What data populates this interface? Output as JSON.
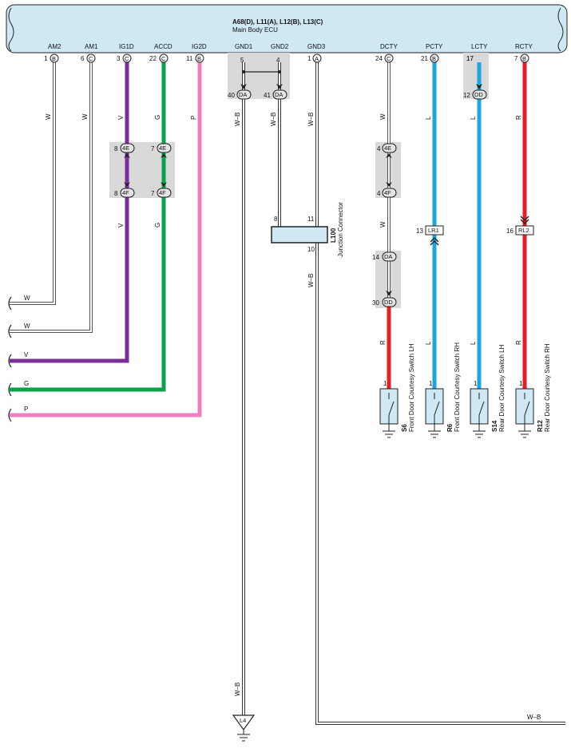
{
  "ecu": {
    "title": "A68(D), L11(A), L12(B), L13(C)",
    "subtitle": "Main Body ECU",
    "fill": "#cfe8f3"
  },
  "colors": {
    "V": "#7a2e9a",
    "G": "#0aa14b",
    "P": "#f07fbf",
    "L": "#19a7e0",
    "R": "#e31e24",
    "W": "#ffffff",
    "WB": "#ffffff",
    "connector_shade": "#d9d9d9",
    "junction_fill": "#cfe8f3"
  },
  "terminals": [
    {
      "name": "AM2",
      "pin": "1",
      "conn": "B"
    },
    {
      "name": "AM1",
      "pin": "6",
      "conn": "C"
    },
    {
      "name": "IG1D",
      "pin": "3",
      "conn": "C"
    },
    {
      "name": "ACCD",
      "pin": "22",
      "conn": "C"
    },
    {
      "name": "IG2D",
      "pin": "11",
      "conn": "B"
    },
    {
      "name": "GND1",
      "pin": "5",
      "conn": ""
    },
    {
      "name": "GND2",
      "pin": "4",
      "conn": ""
    },
    {
      "name": "GND3",
      "pin": "1",
      "conn": "A"
    },
    {
      "name": "DCTY",
      "pin": "24",
      "conn": "C"
    },
    {
      "name": "PCTY",
      "pin": "21",
      "conn": "B"
    },
    {
      "name": "LCTY",
      "pin": "17",
      "conn": ""
    },
    {
      "name": "RCTY",
      "pin": "7",
      "conn": "B"
    }
  ],
  "wire_labels": {
    "AM2": "W",
    "AM1": "W",
    "IG1D_top": "V",
    "IG1D_bot": "V",
    "ACCD_top": "G",
    "ACCD_bot": "G",
    "IG2D": "P",
    "GND1": "W–B",
    "GND1_bot": "W–B",
    "GND2": "W–B",
    "GND3": "W–B",
    "GND3_mid": "W–B",
    "GND3_bot": "W–B",
    "DCTY_top": "W",
    "DCTY_mid": "W",
    "DCTY_bot": "R",
    "PCTY_top": "L",
    "PCTY_bot": "L",
    "LCTY_top": "L",
    "LCTY_bot": "L",
    "RCTY_top": "R",
    "RCTY_bot": "R",
    "left_W1": "W",
    "left_W2": "W",
    "left_V": "V",
    "left_G": "G",
    "left_P": "P"
  },
  "junctions": {
    "ig1d_upper": {
      "pin": "8",
      "conn": "4E"
    },
    "ig1d_lower": {
      "pin": "8",
      "conn": "4F"
    },
    "accd_upper": {
      "pin": "7",
      "conn": "4E"
    },
    "accd_lower": {
      "pin": "7",
      "conn": "4F"
    },
    "gnd1_da": {
      "pin": "40",
      "conn": "DA"
    },
    "gnd2_da": {
      "pin": "41",
      "conn": "DA"
    },
    "lcty_dd": {
      "pin": "12",
      "conn": "DD"
    },
    "dcty_4e": {
      "pin": "4",
      "conn": "4E"
    },
    "dcty_4f": {
      "pin": "4",
      "conn": "4F"
    },
    "dcty_da": {
      "pin": "14",
      "conn": "DA"
    },
    "dcty_dd": {
      "pin": "30",
      "conn": "DD"
    },
    "pcty_lr1": {
      "pin": "13",
      "conn": "LR1"
    },
    "rcty_rl2": {
      "pin": "16",
      "conn": "RL2"
    }
  },
  "junction_connector": {
    "id": "L100",
    "label": "Junction Connector",
    "pin_in": "8",
    "pin_top": "11",
    "pin_bot": "10"
  },
  "ground_point": {
    "id": "L4"
  },
  "switches": [
    {
      "id": "S6",
      "label": "Front Door Courtesy Switch LH",
      "pin": "1"
    },
    {
      "id": "R6",
      "label": "Front Door Courtesy Switch RH",
      "pin": "1"
    },
    {
      "id": "S14",
      "label": "Rear Door Courtesy Switch LH",
      "pin": "1"
    },
    {
      "id": "R12",
      "label": "Rear Door Courtesy Switch RH",
      "pin": "1"
    }
  ]
}
